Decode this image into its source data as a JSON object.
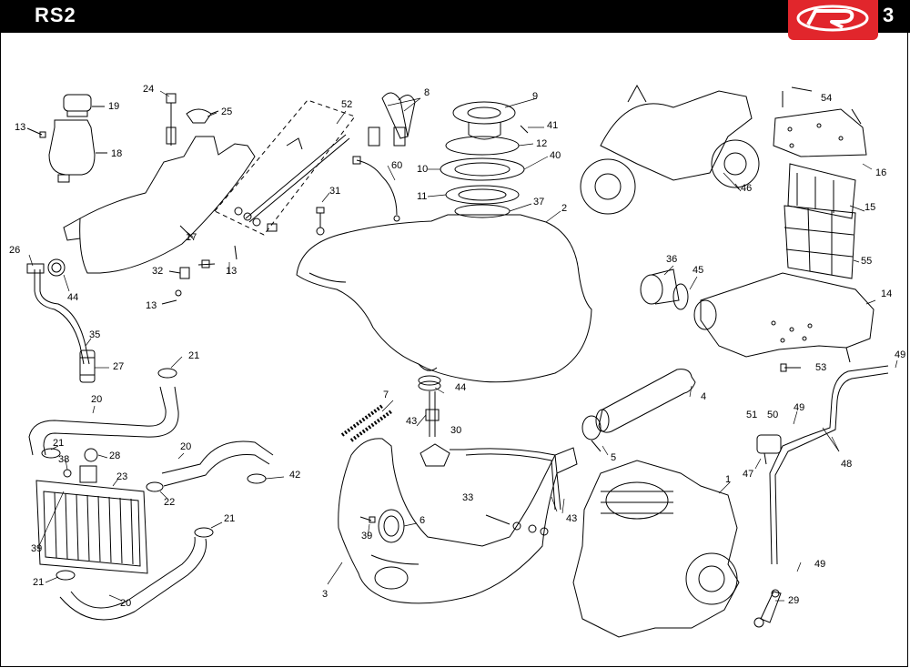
{
  "header": {
    "model": "RS2",
    "page_number": "3",
    "logo_letter": "R",
    "bar_color": "#000000",
    "logo_color": "#e1262c"
  },
  "callouts": {
    "c1": "1",
    "c2": "2",
    "c3": "3",
    "c4": "4",
    "c5": "5",
    "c6": "6",
    "c7": "7",
    "c8": "8",
    "c9": "9",
    "c10": "10",
    "c11": "11",
    "c12": "12",
    "c13a": "13",
    "c13b": "13",
    "c13c": "13",
    "c14": "14",
    "c15": "15",
    "c16": "16",
    "c17": "17",
    "c18": "18",
    "c19": "19",
    "c20a": "20",
    "c20b": "20",
    "c20c": "20",
    "c21a": "21",
    "c21b": "21",
    "c21c": "21",
    "c21d": "21",
    "c22": "22",
    "c23": "23",
    "c24": "24",
    "c25": "25",
    "c26": "26",
    "c27": "27",
    "c28": "28",
    "c29": "29",
    "c30": "30",
    "c31": "31",
    "c32": "32",
    "c33": "33",
    "c35": "35",
    "c36": "36",
    "c37": "37",
    "c38": "38",
    "c39a": "39",
    "c39b": "39",
    "c40": "40",
    "c41": "41",
    "c42": "42",
    "c43a": "43",
    "c43b": "43",
    "c44a": "44",
    "c44b": "44",
    "c45": "45",
    "c46": "46",
    "c47": "47",
    "c48": "48",
    "c49a": "49",
    "c49b": "49",
    "c49c": "49",
    "c50": "50",
    "c51": "51",
    "c52": "52",
    "c53": "53",
    "c54": "54",
    "c55": "55",
    "c60": "60"
  }
}
